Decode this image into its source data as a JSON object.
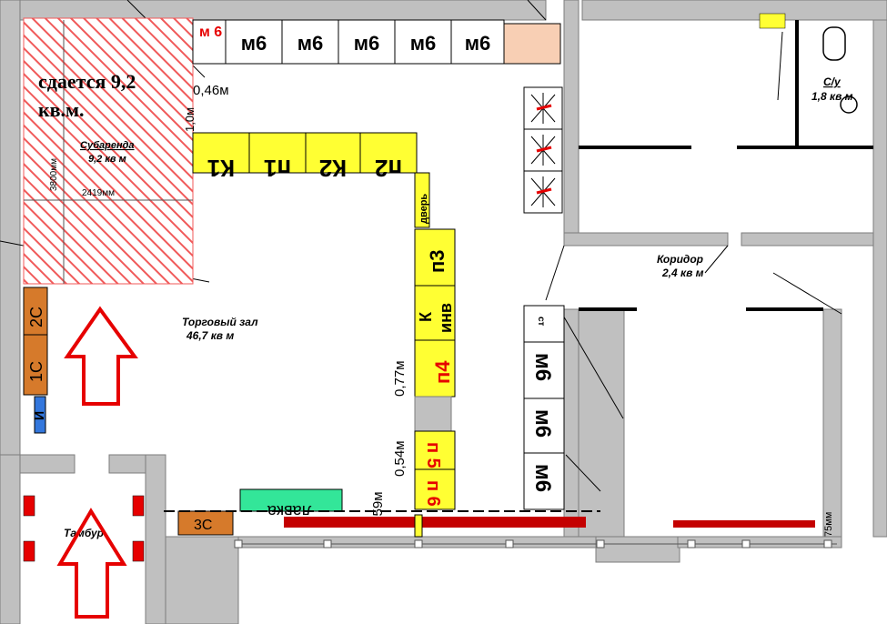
{
  "colors": {
    "wall": "#c0c0c0",
    "wall_edge": "#7d7d7d",
    "yellow_block": "#ffff33",
    "orange_block": "#d67a2b",
    "hatch_red": "#f05a5a",
    "arrow_red": "#e60000",
    "bench_green": "#33e699",
    "peach": "#f8cfb4",
    "blue_marker": "#3377dd",
    "dark_red_bar": "#c40000"
  },
  "rent": {
    "headline": "сдается 9,2",
    "headline_unit": "кв.м.",
    "label": "Субаренда",
    "area": "9,2 кв м",
    "dim_height": "3800мм",
    "dim_width": "2419мм"
  },
  "rooms": {
    "trade_hall_label": "Торговый зал",
    "trade_hall_area": "46,7 кв м",
    "corridor_label": "Коридор",
    "corridor_area": "2,4 кв м",
    "wc_label": "С/у",
    "wc_area": "1,8 кв м",
    "vestibule_label": "Тамбур"
  },
  "top_row": {
    "corner_label": "м 6",
    "cells": [
      "м6",
      "м6",
      "м6",
      "м6",
      "м6"
    ]
  },
  "rotated_row": {
    "cells": [
      "К1",
      "п1",
      "К2",
      "п2"
    ]
  },
  "right_column": {
    "door_label": "дверь",
    "p3_label": "п3",
    "k_label": "К",
    "inv_label": "инв",
    "p4_label": "п4",
    "p5_label": "п 5",
    "p6_label": "п 6"
  },
  "right_stands": {
    "small_label": "ст",
    "cells": [
      "м6",
      "м6",
      "м6"
    ]
  },
  "left_blocks": {
    "top": "2С",
    "bottom": "1С",
    "marker": "И"
  },
  "bottom": {
    "block_3c": "3С",
    "bench_label": "лавка",
    "dim_right": "75мм"
  },
  "dimensions": {
    "d046": "0,46м",
    "d077": "0,77м",
    "d054": "0,54м",
    "d059": "0,59м",
    "d_side": "1,0м"
  }
}
